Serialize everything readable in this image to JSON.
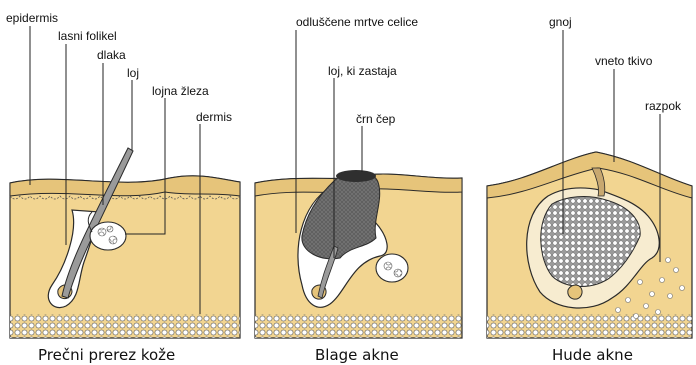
{
  "panels": [
    {
      "caption": "Prečni prerez kože",
      "labels": {
        "epidermis": "epidermis",
        "hair_follicle": "lasni folikel",
        "hair": "dlaka",
        "sebum": "loj",
        "sebaceous_gland": "lojna žleza",
        "dermis": "dermis"
      }
    },
    {
      "caption": "Blage akne",
      "labels": {
        "dead_cells": "odluščene mrtve celice",
        "trapped_sebum": "loj, ki zastaja",
        "blackhead": "črn čep"
      }
    },
    {
      "caption": "Hude akne",
      "labels": {
        "pus": "gnoj",
        "inflamed_tissue": "vneto tkivo",
        "rupture": "razpok"
      }
    }
  ],
  "colors": {
    "skin": "#f2d591",
    "skin_dark": "#e6c47a",
    "fat": "#f4f4f4",
    "plug": "#6d6d6d",
    "outline": "#2a2a2a"
  }
}
